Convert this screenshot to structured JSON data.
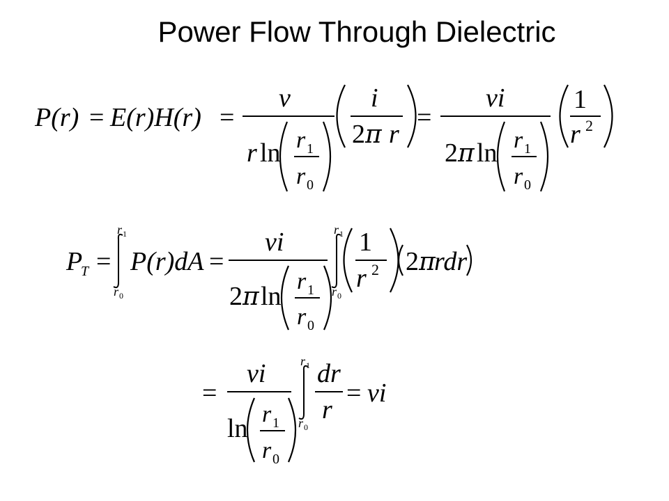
{
  "slide": {
    "title": "Power Flow Through Dielectric"
  },
  "equations": {
    "eq1": {
      "lhs": "P(r)",
      "eq_a": "=",
      "field_product": "E(r)H(r)",
      "eq_b": "=",
      "frac1_num": "v",
      "frac1_den_r": "r",
      "ln": "ln",
      "r1": "r",
      "r1_sub": "1",
      "r0": "r",
      "r0_sub": "0",
      "frac2_num": "i",
      "frac2_den": "2",
      "pi": "π",
      "frac2_den_r": "r",
      "eq_c": "=",
      "frac3_num": "vi",
      "frac3_den_2": "2",
      "frac4_num": "1",
      "frac4_den": "r",
      "frac4_den_exp": "2"
    },
    "eq2": {
      "lhs_P": "P",
      "lhs_sub": "T",
      "eq_a": "=",
      "lim_upper": "r",
      "lim_upper_sub": "1",
      "lim_lower": "r",
      "lim_lower_sub": "0",
      "integrand": "P(r)dA",
      "eq_b": "=",
      "frac_num": "vi",
      "frac_den_2": "2",
      "pi": "π",
      "ln": "ln",
      "r1": "r",
      "r1_sub": "1",
      "r0": "r",
      "r0_sub": "0",
      "frac2_num": "1",
      "frac2_den": "r",
      "frac2_den_exp": "2",
      "last_factor_2": "2",
      "last_factor_rest": "rdr"
    },
    "eq3": {
      "eq_a": "=",
      "frac_num": "vi",
      "ln": "ln",
      "r1": "r",
      "r1_sub": "1",
      "r0": "r",
      "r0_sub": "0",
      "lim_upper": "r",
      "lim_upper_sub": "1",
      "lim_lower": "r",
      "lim_lower_sub": "0",
      "frac2_num": "dr",
      "frac2_den": "r",
      "eq_b": "=",
      "result": "vi"
    }
  }
}
